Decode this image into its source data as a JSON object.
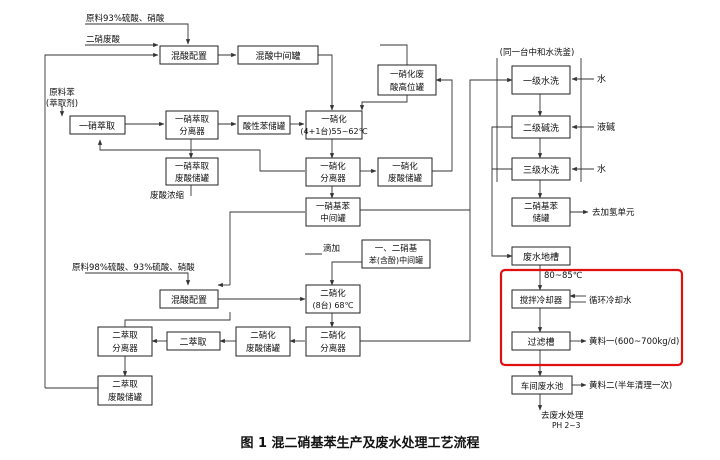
{
  "caption": "图 1   混二硝基苯生产及废水处理工艺流程",
  "colors": {
    "line": "#333333",
    "highlight": "#e01010",
    "background": "#ffffff"
  },
  "nodes": {
    "mix_acid_prep_top": "混酸配置",
    "mix_acid_tank": "混酸中间罐",
    "nitration1_waste_acid_tank_l1": "一硝化废",
    "nitration1_waste_acid_tank_l2": "酸高位罐",
    "extract1": "一硝萃取",
    "extract1_separator_l1": "一硝萃取",
    "extract1_separator_l2": "分离器",
    "acidic_benzene_tank": "酸性苯储罐",
    "nitration1_l1": "一硝化",
    "nitration1_l2": "(4+1台)55~62℃",
    "extract1_waste_tank_l1": "一硝萃取",
    "extract1_waste_tank_l2": "废酸储罐",
    "nitration1_separator_l1": "一硝化",
    "nitration1_separator_l2": "分离器",
    "nitration1_waste_acid_storage_l1": "一硝化",
    "nitration1_waste_acid_storage_l2": "废酸储罐",
    "nitrobenzene_tank_l1": "一硝基苯",
    "nitrobenzene_tank_l2": "中间罐",
    "mono_dinitro_tank_l1": "一、二硝基",
    "mono_dinitro_tank_l2": "苯(含酚)中间罐",
    "mix_acid_prep_bottom": "混酸配置",
    "nitration2_l1": "二硝化",
    "nitration2_l2": "(8台) 68℃",
    "extract2_separator_l1": "二萃取",
    "extract2_separator_l2": "分离器",
    "extract2": "二萃取",
    "nitration2_waste_acid_storage_l1": "二硝化",
    "nitration2_waste_acid_storage_l2": "废酸储罐",
    "nitration2_separator_l1": "二硝化",
    "nitration2_separator_l2": "分离器",
    "extract2_waste_tank_l1": "二萃取",
    "extract2_waste_tank_l2": "废酸储罐",
    "wash1": "一级水洗",
    "wash2": "二级碱洗",
    "wash3": "三级水洗",
    "dinitro_storage_l1": "二硝基苯",
    "dinitro_storage_l2": "储罐",
    "wastewater_sump": "废水地槽",
    "stir_cooler": "搅拌冷却器",
    "filter_tank": "过滤槽",
    "workshop_wastewater_pool": "车间废水池"
  },
  "labels": {
    "raw_93_sulfuric_nitric": "原料93%硫酸、硝酸",
    "dinitro_waste_acid": "二硝废酸",
    "raw_benzene_l1": "原料苯",
    "raw_benzene_l2": "(萃取剂)",
    "waste_acid_concentration": "废酸浓缩",
    "raw_98_93_nitric": "原料98%硫酸、93%硫酸、硝酸",
    "drip_add": "滴加",
    "same_kettle": "(同一台中和水洗釜)",
    "water1": "水",
    "liquid_alkali": "液碱",
    "water2": "水",
    "to_hydrogenation": "去加氢单元",
    "temp_80_85": "80~85℃",
    "circulating_cooling_water": "循环冷却水",
    "solids_1": "黄料一(600~700kg/d)",
    "solids_2": "黄料二(半年清理一次)",
    "to_wastewater_treatment": "去废水处理",
    "ph": "PH 2~3"
  }
}
